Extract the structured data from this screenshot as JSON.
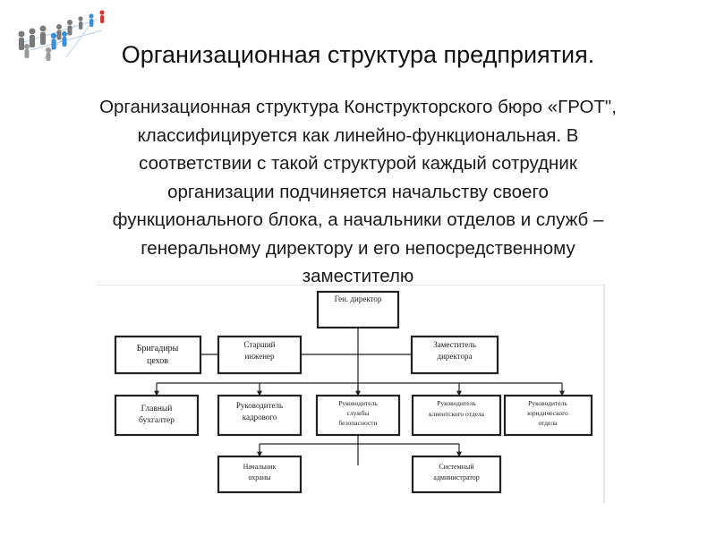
{
  "slide": {
    "title": "Организационная структура предприятия.",
    "description_lines": [
      "Организационная структура Конструкторского бюро «ГРОТ\",",
      "классифицируется как линейно-функциональная. В",
      "соответствии с такой структурой каждый сотрудник",
      "организации подчиняется начальству своего",
      "функционального блока, а начальники отделов и служб –",
      "генеральному директору и его непосредственному",
      "заместителю"
    ]
  },
  "org_chart": {
    "general_director": "Ген. директор",
    "row1": {
      "foremen": [
        "Бригадиры",
        "цехов"
      ],
      "senior_engineer": [
        "Старший",
        "инженер"
      ],
      "deputy_director": [
        "Заместитель",
        "директора"
      ]
    },
    "row2": {
      "chief_accountant": [
        "Главный",
        "бухгалтер"
      ],
      "hr_head": [
        "Руководитель",
        "кадрового"
      ],
      "security_head": [
        "Руководитель",
        "службы",
        "безопасности"
      ],
      "client_dept_head": [
        "Руководитель",
        "клиентского отдела"
      ],
      "legal_dept_head": [
        "Руководитель",
        "юридического",
        "отдела"
      ]
    },
    "row3": {
      "security_chief": [
        "Начальник",
        "охраны"
      ],
      "sysadmin": [
        "Системный",
        "администратор"
      ]
    }
  },
  "colors": {
    "line": "#222222",
    "text": "#1a1a1a",
    "frame": "#cfcfcf"
  }
}
